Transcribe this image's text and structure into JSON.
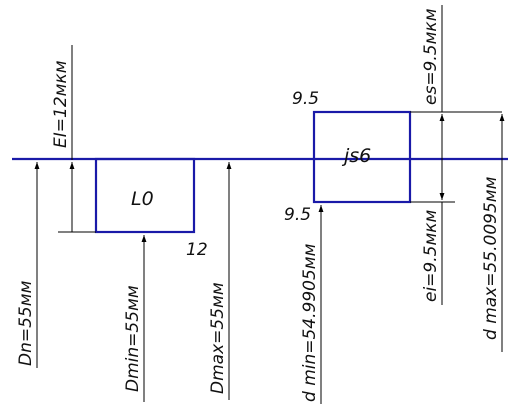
{
  "colors": {
    "zero_line": "#1a1aa8",
    "zone_outline": "#1a1aa8",
    "lines": "#000000",
    "text": "#111111"
  },
  "zone_hole": {
    "label": "L0",
    "upper_value": "",
    "lower_value": "12"
  },
  "zone_shaft": {
    "label": "js6",
    "upper_value": "9.5",
    "lower_value": "9.5"
  },
  "labels": {
    "dn": "Dn=55мм",
    "ei_hole": "EI=12мкм",
    "dmin_hole": "Dmin=55мм",
    "dmax_hole": "Dmax=55мм",
    "dmin_shaft": "d min=54.9905мм",
    "es_shaft": "es=9.5мкм",
    "ei_shaft": "ei=9.5мкм",
    "dmax_shaft": "d max=55.0095мм"
  }
}
